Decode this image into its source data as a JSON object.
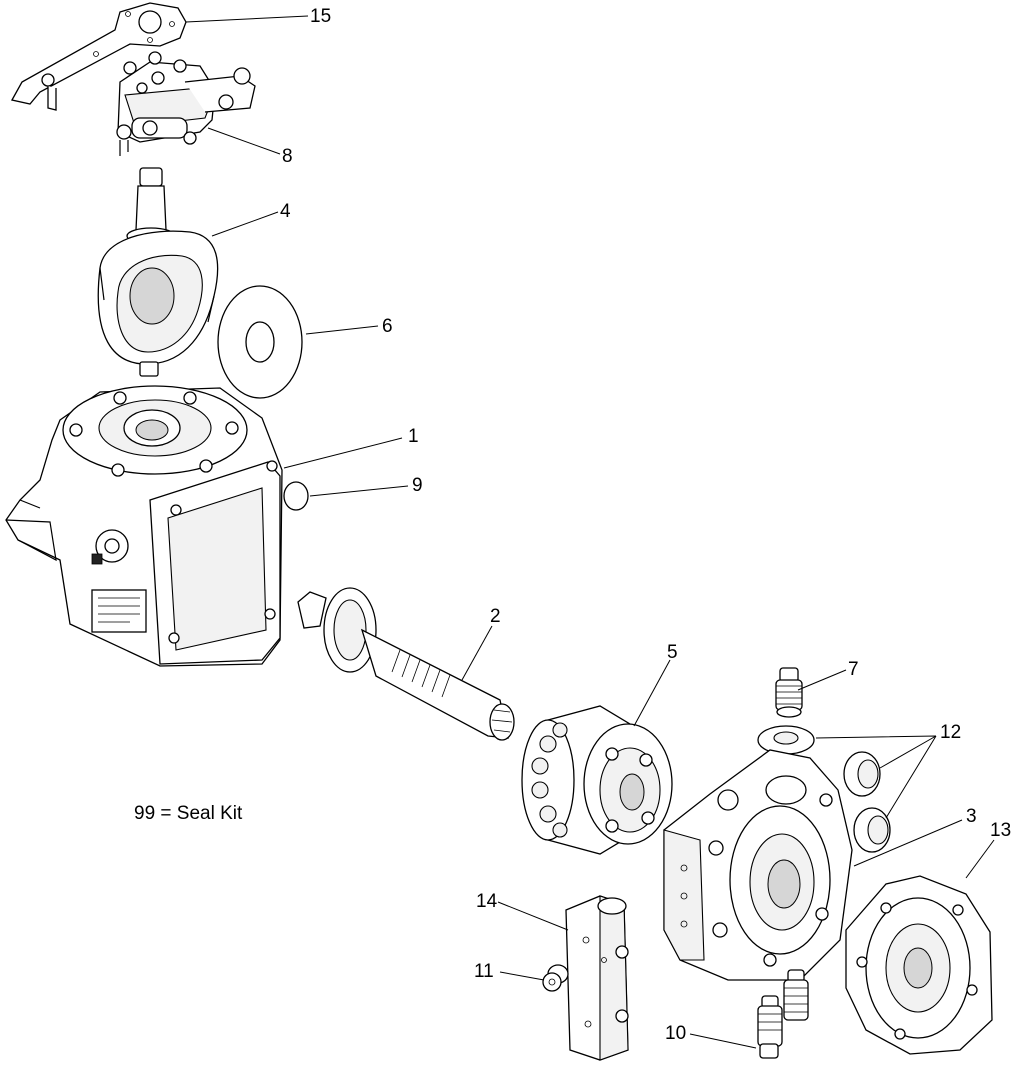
{
  "labels": {
    "p1": "1",
    "p2": "2",
    "p3": "3",
    "p4": "4",
    "p5": "5",
    "p6": "6",
    "p7": "7",
    "p8": "8",
    "p9": "9",
    "p10": "10",
    "p11": "11",
    "p12": "12",
    "p13": "13",
    "p14": "14",
    "p15": "15"
  },
  "note": "99 = Seal Kit"
}
